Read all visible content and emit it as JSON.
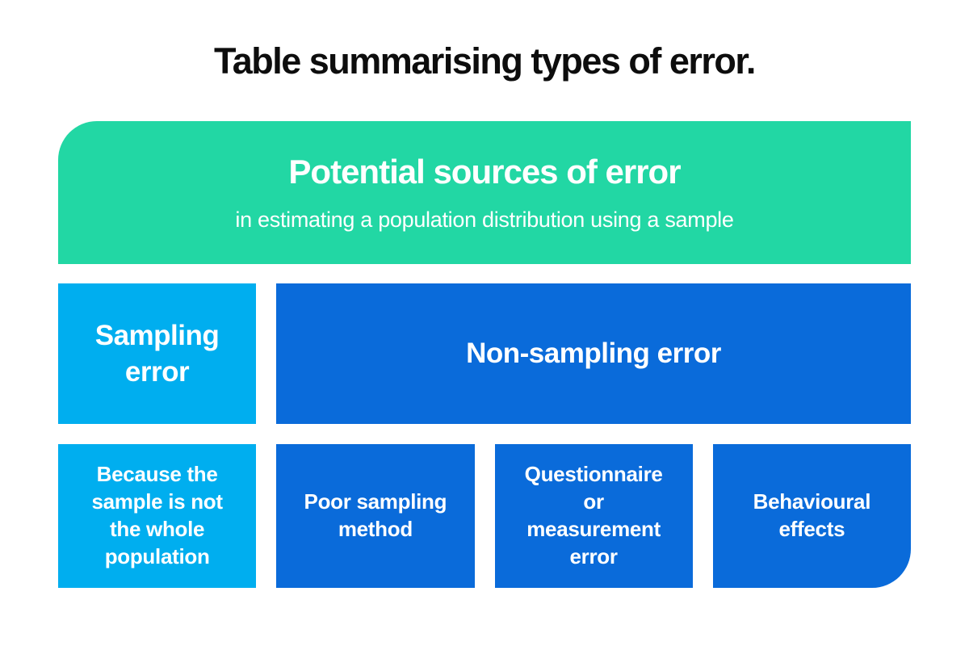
{
  "page": {
    "title": "Table summarising types of error."
  },
  "colors": {
    "green": "#22d7a4",
    "cyan": "#00aeef",
    "blue": "#0a6bda",
    "text_on_color": "#ffffff",
    "title_text": "#0d0d0d",
    "background": "#ffffff"
  },
  "header": {
    "title": "Potential sources of error",
    "subtitle": "in estimating a population distribution using a sample"
  },
  "categories": [
    {
      "label": "Sampling error",
      "lines": [
        "Sampling",
        "error"
      ]
    },
    {
      "label": "Non-sampling error",
      "lines": [
        "Non-sampling error"
      ]
    }
  ],
  "details": [
    {
      "label": "Because the sample is not the whole population",
      "lines": [
        "Because the",
        "sample is not",
        "the whole",
        "population"
      ]
    },
    {
      "label": "Poor sampling method",
      "lines": [
        "Poor sampling",
        "method"
      ]
    },
    {
      "label": "Questionnaire or measurement error",
      "lines": [
        "Questionnaire",
        "or",
        "measurement",
        "error"
      ]
    },
    {
      "label": "Behavioural effects",
      "lines": [
        "Behavioural",
        "effects"
      ]
    }
  ]
}
